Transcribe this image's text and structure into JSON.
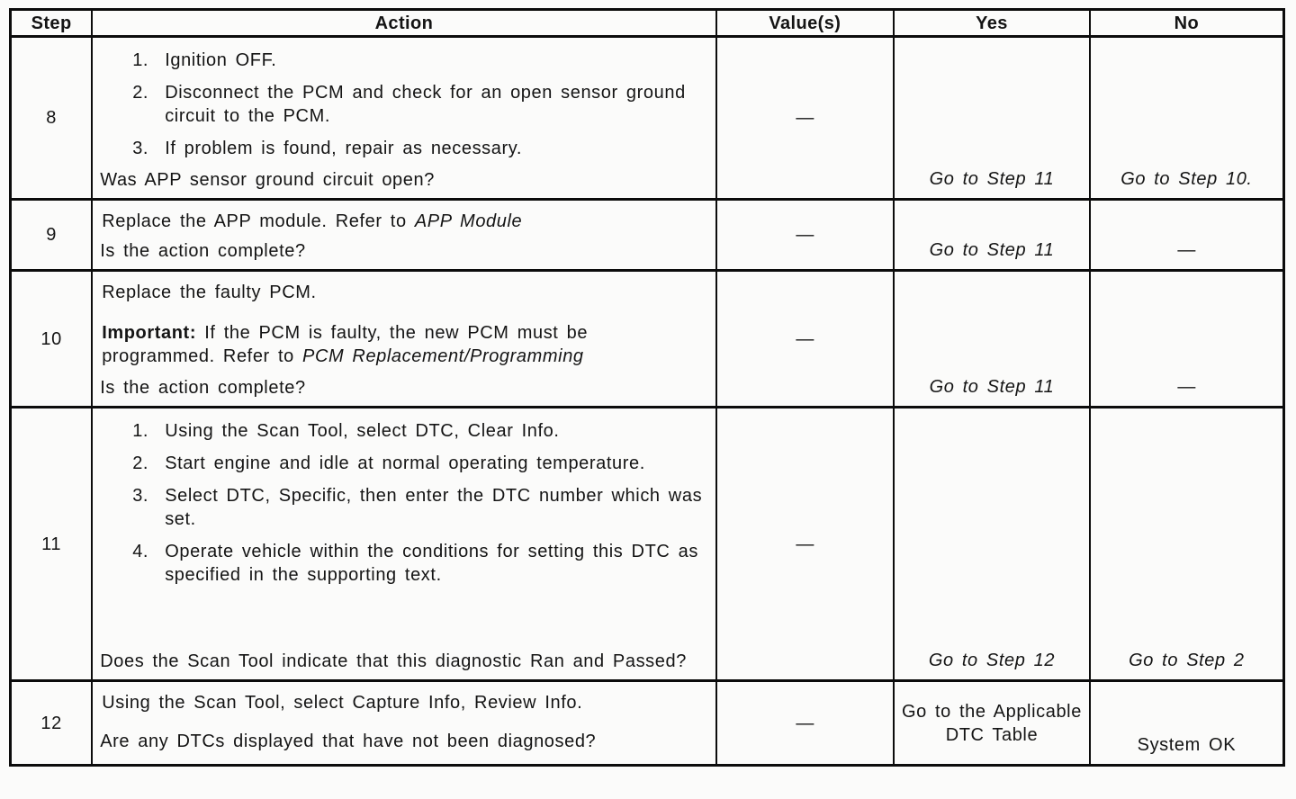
{
  "table": {
    "headers": {
      "step": "Step",
      "action": "Action",
      "values": "Value(s)",
      "yes": "Yes",
      "no": "No"
    },
    "rows": [
      {
        "step": "8",
        "items": [
          {
            "num": "1.",
            "text": "Ignition OFF."
          },
          {
            "num": "2.",
            "text": "Disconnect the PCM and check for an open sensor ground circuit to the PCM."
          },
          {
            "num": "3.",
            "text": "If problem is found, repair as necessary."
          }
        ],
        "question": "Was APP sensor ground circuit open?",
        "value": "—",
        "yes": "Go to Step 11",
        "no": "Go to Step 10."
      },
      {
        "step": "9",
        "para_plain": "Replace the APP module. Refer to ",
        "para_italic": "APP Module",
        "question": "Is the action complete?",
        "value": "—",
        "yes": "Go to Step 11",
        "no": "—"
      },
      {
        "step": "10",
        "para1": "Replace the faulty PCM.",
        "para2_bold": "Important:",
        "para2_plain": " If the PCM is faulty, the new PCM must be programmed. Refer to ",
        "para2_italic": "PCM Replacement/Programming",
        "question": "Is the action complete?",
        "value": "—",
        "yes": "Go to Step 11",
        "no": "—"
      },
      {
        "step": "11",
        "items": [
          {
            "num": "1.",
            "text": "Using the Scan Tool, select DTC, Clear Info."
          },
          {
            "num": "2.",
            "text": "Start engine and idle at normal operating temperature."
          },
          {
            "num": "3.",
            "text": "Select DTC, Specific, then enter the DTC number which was set."
          },
          {
            "num": "4.",
            "text": "Operate vehicle within the conditions for setting this DTC as specified in the supporting text."
          }
        ],
        "question": "Does the Scan Tool indicate that this diagnostic Ran and Passed?",
        "value": "—",
        "yes": "Go to Step 12",
        "no": "Go to Step 2"
      },
      {
        "step": "12",
        "para1": "Using the Scan Tool, select Capture Info, Review Info.",
        "question": "Are any DTCs displayed that have not been diagnosed?",
        "value": "—",
        "yes": "Go to the Applicable DTC Table",
        "no": "System OK"
      }
    ]
  }
}
